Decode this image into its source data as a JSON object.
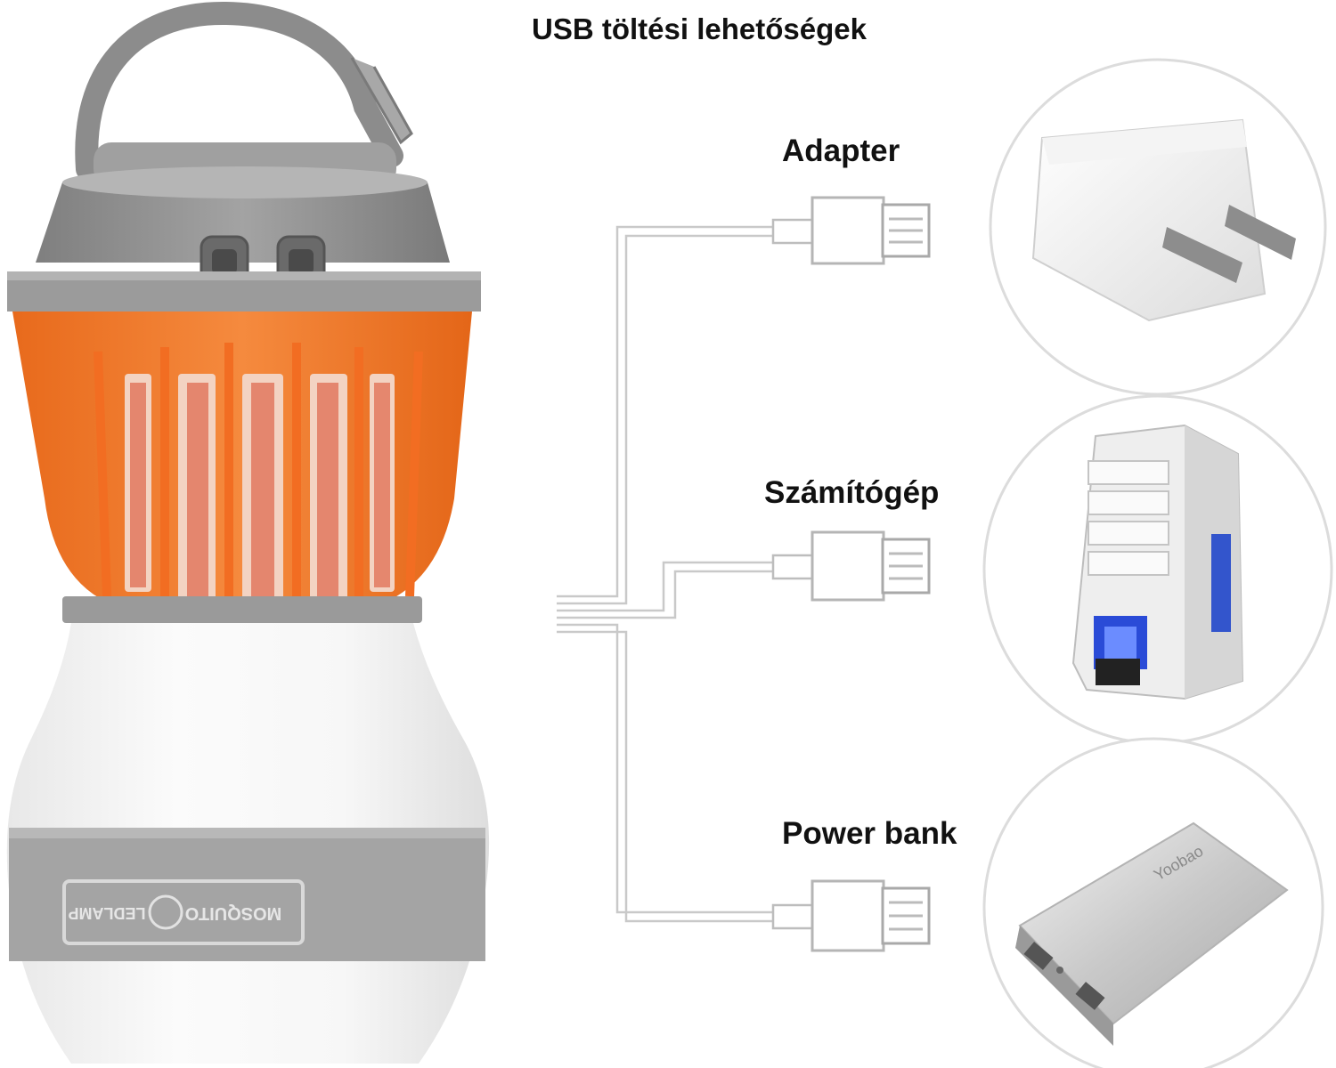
{
  "title": "USB töltési lehetőségek",
  "options": [
    {
      "label": "Adapter",
      "device_icon": "usb-wall-adapter-icon"
    },
    {
      "label": "Számítógép",
      "device_icon": "desktop-computer-icon"
    },
    {
      "label": "Power bank",
      "device_icon": "power-bank-icon"
    }
  ],
  "lamp": {
    "badge_left": "MOSQUITO",
    "badge_right": "LEDLAMP"
  },
  "power_bank_brand": "Yoobao",
  "colors": {
    "lamp_orange": "#EE7A2C",
    "lamp_gray": "#8E8E8E",
    "cable": "#C8C8C8"
  }
}
